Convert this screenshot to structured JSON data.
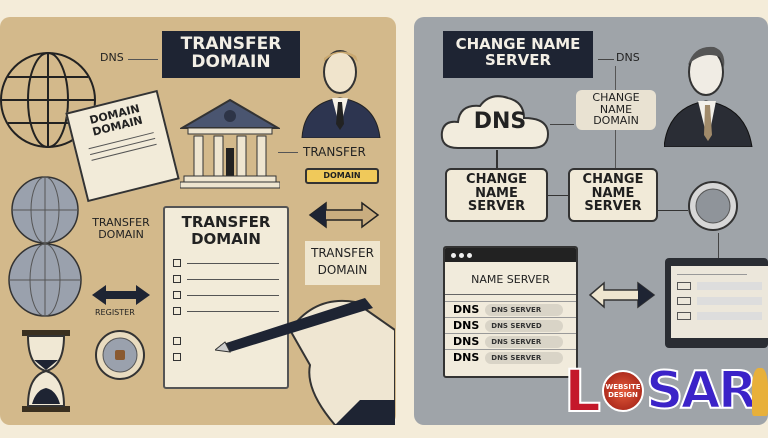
{
  "left": {
    "title": "TRANSFER DOMAIN",
    "dns_label": "DNS",
    "doc_label": "DOMAIN DOMAIN",
    "transfer_label": "TRANSFER",
    "domain_badge": "DOMAIN",
    "side_label": "TRANSFER DOMAIN",
    "form_title": "TRANSFER DOMAIN",
    "box_label": "TRANSFER DOMAIN",
    "register_label": "REGISTER"
  },
  "right": {
    "title": "CHANGE NAME SERVER",
    "dns_label": "DNS",
    "cloud_label": "DNS",
    "domain_box": "CHANGE NAME DOMAIN",
    "box1": "CHANGE NAME SERVER",
    "box2": "CHANGE NAME SERVER",
    "window_title": "NAME SERVER",
    "rows": [
      {
        "key": "DNS",
        "value": "DNS SERVER"
      },
      {
        "key": "DNS",
        "value": "DNS SERVED"
      },
      {
        "key": "DNS",
        "value": "DNS SERVER"
      },
      {
        "key": "DNS",
        "value": "DNS SERVER"
      }
    ]
  },
  "logo": {
    "text": "LOSAR",
    "badge": "WEBSITE DESIGN"
  },
  "colors": {
    "left_panel": "#d3b98b",
    "right_panel": "#9fa4a9",
    "dark": "#1e2433",
    "accent_yellow": "#f0c95a"
  }
}
